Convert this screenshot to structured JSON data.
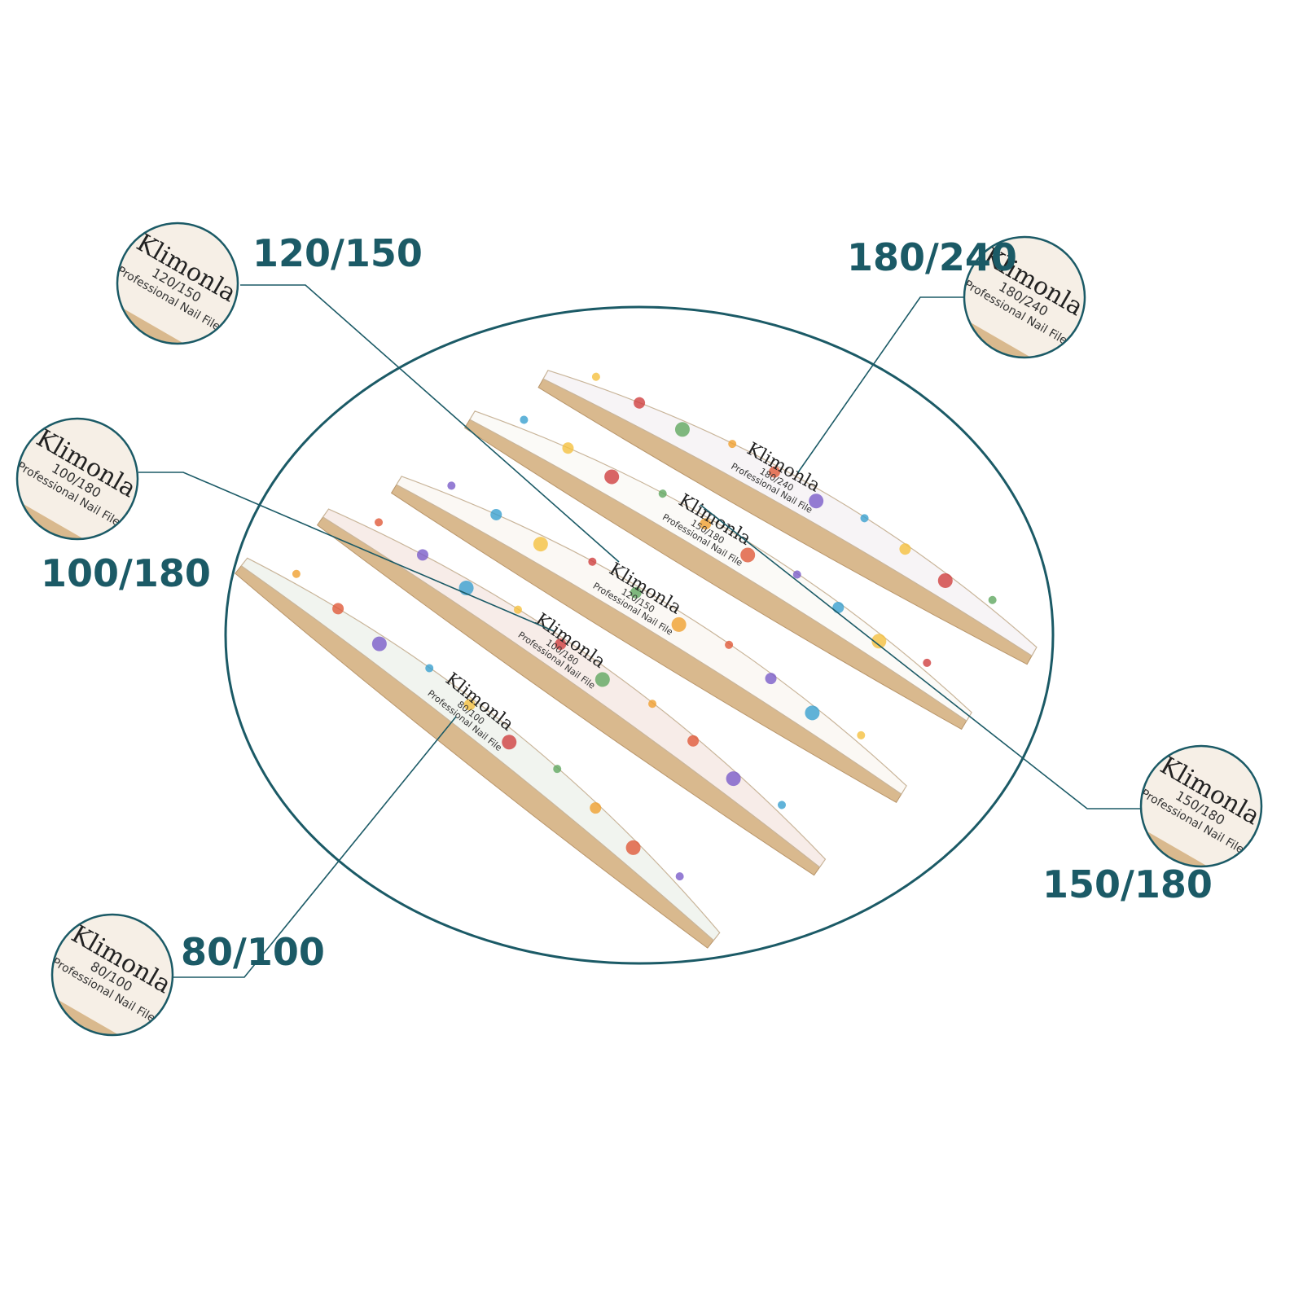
{
  "accent_color": "#1b5a66",
  "brand": "Klimonla",
  "subtitle": "Professional Nail File",
  "files": [
    {
      "grade": "80/100"
    },
    {
      "grade": "100/180"
    },
    {
      "grade": "120/150"
    },
    {
      "grade": "150/180"
    },
    {
      "grade": "180/240"
    }
  ],
  "callouts": [
    {
      "label": "120/150"
    },
    {
      "label": "180/240"
    },
    {
      "label": "100/180"
    },
    {
      "label": "150/180"
    },
    {
      "label": "80/100"
    }
  ]
}
